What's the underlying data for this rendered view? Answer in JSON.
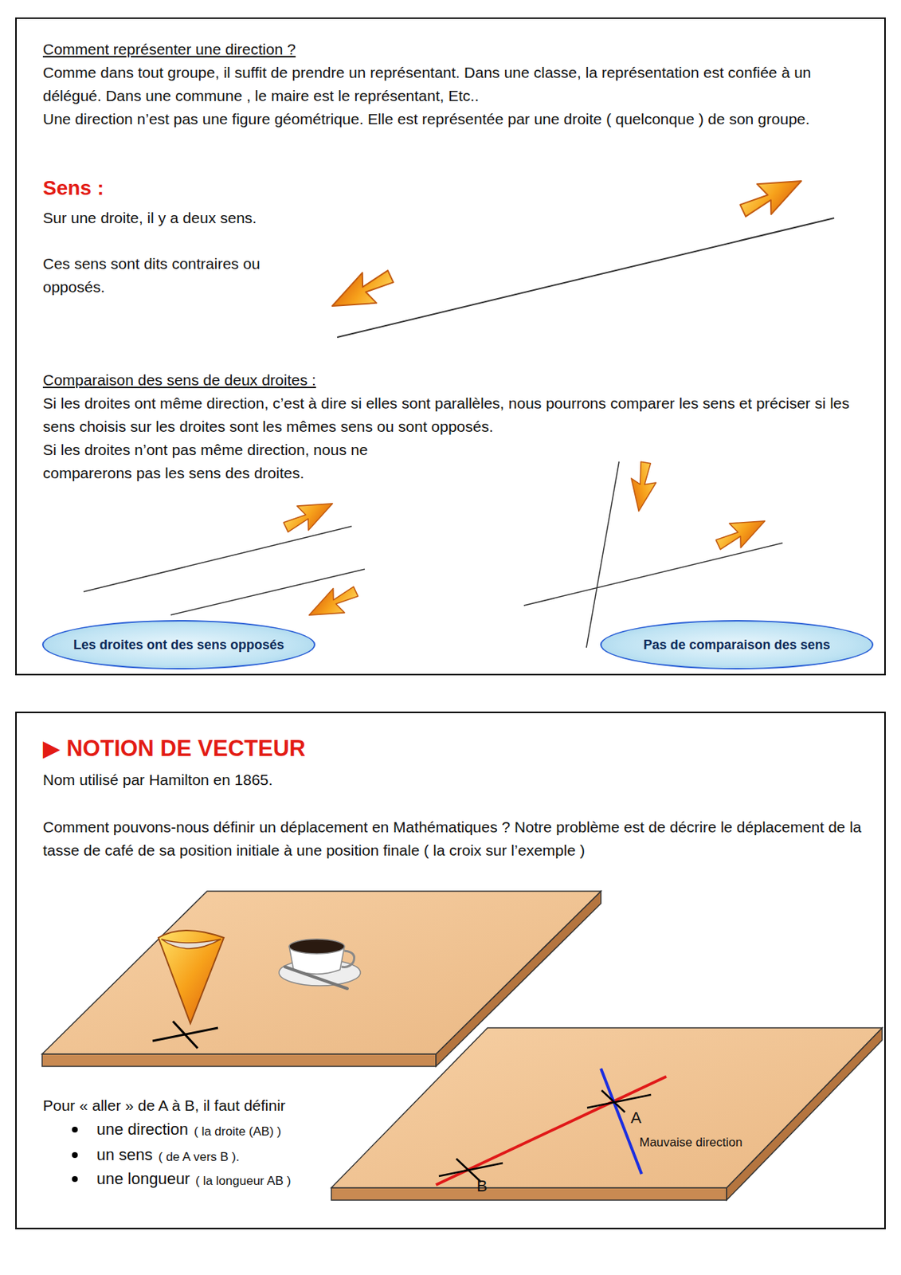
{
  "diagram": {
    "nodes": [
      {
        "text": [
          "Les droites ont des sens opposés"
        ]
      },
      {
        "text": [
          "Pas de comparaison des sens"
        ]
      }
    ],
    "labels": [
      "Comment représenter une direction ?",
      "Comme dans tout groupe, il suffit de prendre un représentant. Dans une classe, la représentation est confiée à un délégué. Dans une commune , le maire est le représentant, Etc..",
      "Une direction n’est pas une figure géométrique. Elle est représentée par une droite ( quelconque ) de son groupe.",
      "Sens :",
      "Sur une droite, il y a deux sens.",
      "Ces sens sont dits contraires ou opposés.",
      "Comparaison des sens de deux droites :",
      "Si les droites ont même direction, c’est à dire si elles sont parallèles, nous pourrons comparer les sens et préciser si les sens choisis sur les droites sont les mêmes sens ou sont opposés.",
      "Si les droites n’ont pas même direction, nous ne comparerons pas les sens des droites.",
      "▶ NOTION DE VECTEUR",
      "Nom utilisé par Hamilton en 1865.",
      "Comment pouvons-nous définir un déplacement en Mathématiques ? Notre problème est de décrire le déplacement de la tasse de café de sa position initiale à une position finale ( la croix sur l’exemple )",
      "Pour « aller » de A à B, il faut définir",
      "une direction",
      "( la droite (AB) )",
      "un sens",
      "( de A vers B ).",
      "une longueur",
      "( la longueur AB )",
      "A",
      "B",
      "Mauvaise direction"
    ]
  }
}
